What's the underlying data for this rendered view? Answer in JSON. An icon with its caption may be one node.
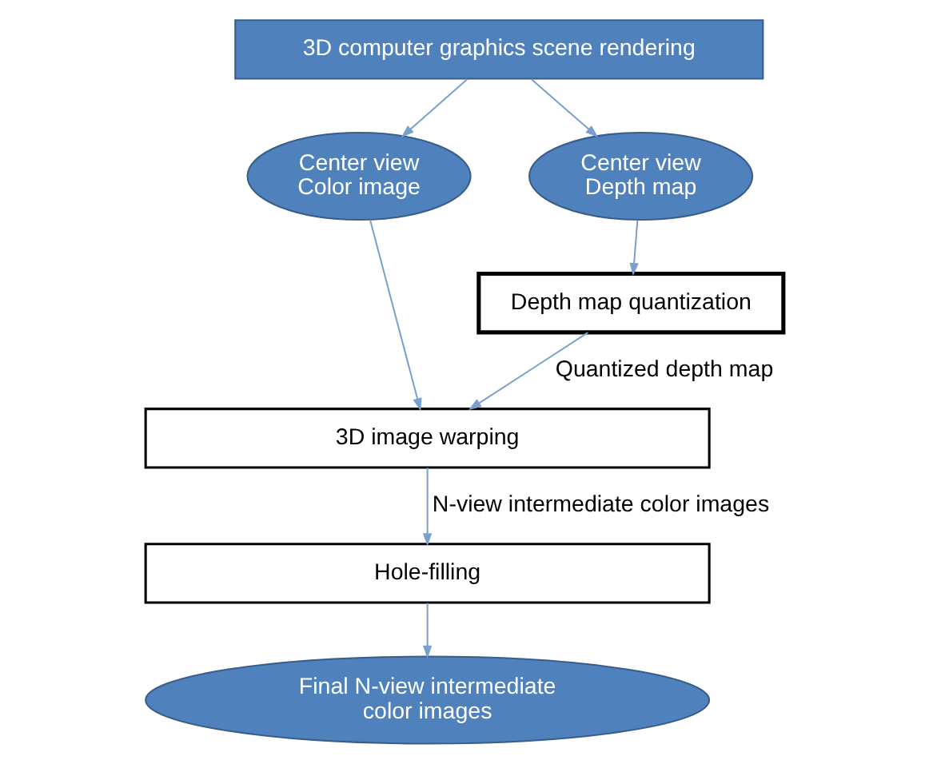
{
  "diagram": {
    "nodes": [
      {
        "text": [
          "3D computer graphics scene rendering"
        ]
      },
      {
        "text": [
          "Center view Color image"
        ]
      },
      {
        "text": [
          "Center view Depth map"
        ]
      },
      {
        "text": [
          "Depth map quantization"
        ]
      },
      {
        "text": [
          "3D image warping"
        ]
      },
      {
        "text": [
          "Hole-filling"
        ]
      },
      {
        "text": [
          "Final N-view intermediate color images"
        ]
      }
    ],
    "edges": [
      {
        "from": 0,
        "to": 1,
        "arrow": "to"
      },
      {
        "from": 0,
        "to": 2,
        "arrow": "to"
      },
      {
        "from": 2,
        "to": 3,
        "arrow": "to"
      },
      {
        "from": 1,
        "to": 4,
        "arrow": "to"
      },
      {
        "from": 3,
        "to": 4,
        "arrow": "to",
        "label": "Quantized depth map"
      },
      {
        "from": 4,
        "to": 5,
        "arrow": "to",
        "label": "N-view intermediate color images"
      },
      {
        "from": 5,
        "to": 6,
        "arrow": "to"
      }
    ]
  }
}
